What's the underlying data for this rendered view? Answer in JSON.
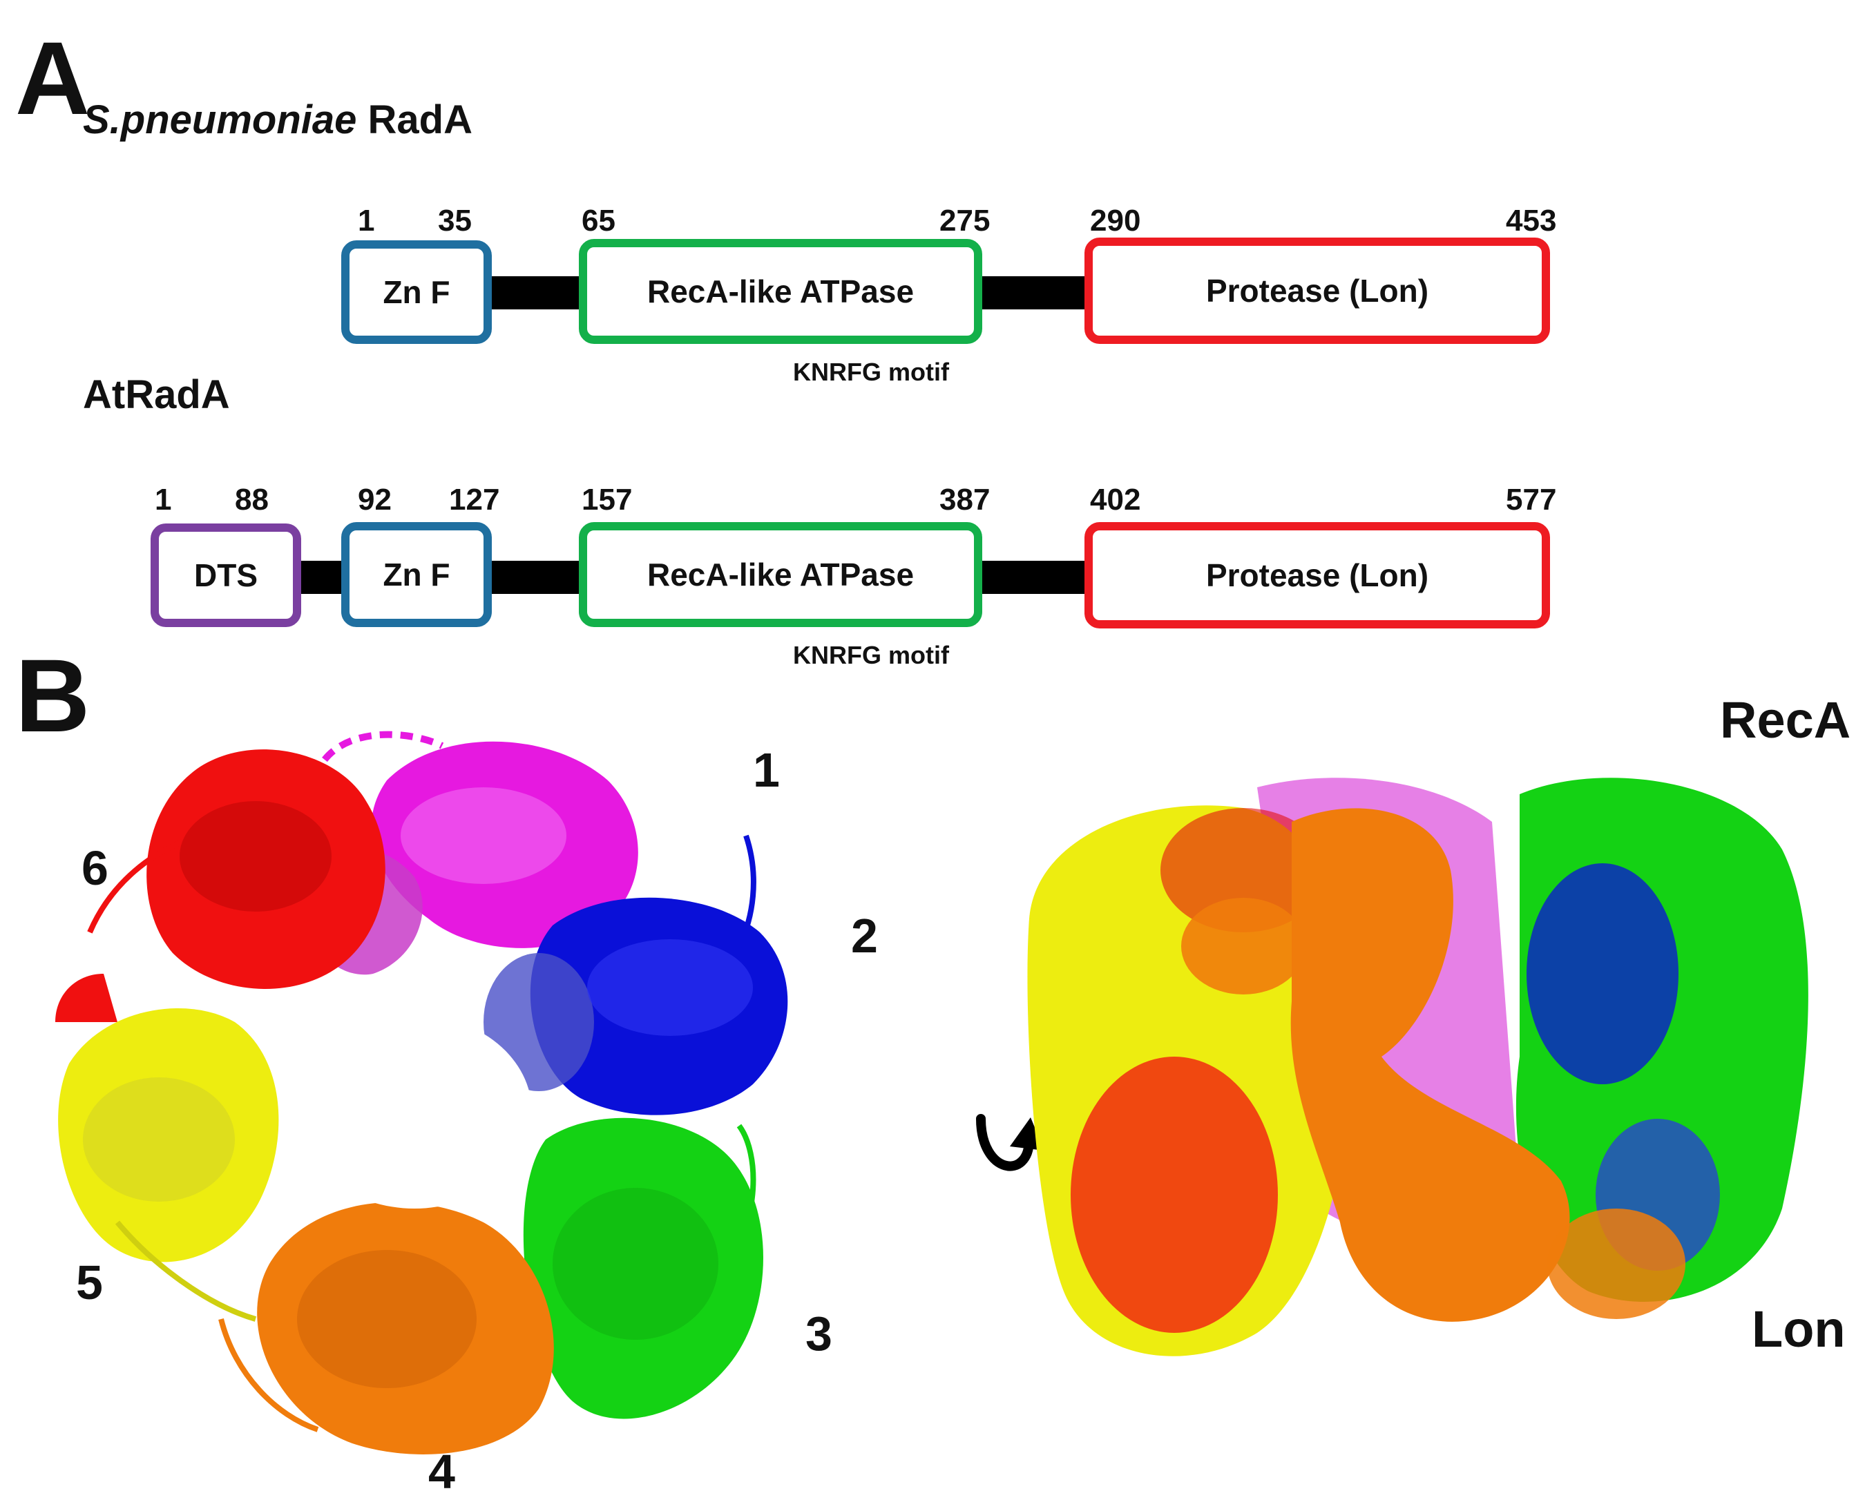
{
  "panel_a": {
    "letter": "A",
    "sp": {
      "title_italic": "S.pneumoniae",
      "title_rest": " RadA",
      "numbers": [
        "1",
        "35",
        "65",
        "275",
        "290",
        "453"
      ],
      "domains": [
        {
          "label": "Zn F",
          "color": "#1f6fa0"
        },
        {
          "label": "RecA-like ATPase",
          "color": "#13b04a"
        },
        {
          "label": "Protease (Lon)",
          "color": "#ee1b22"
        }
      ],
      "motif": "KNRFG motif"
    },
    "at": {
      "title": "AtRadA",
      "numbers": [
        "1",
        "88",
        "92",
        "127",
        "157",
        "387",
        "402",
        "577"
      ],
      "domains": [
        {
          "label": "DTS",
          "color": "#7a3fa0"
        },
        {
          "label": "Zn F",
          "color": "#1f6fa0"
        },
        {
          "label": "RecA-like ATPase",
          "color": "#13b04a"
        },
        {
          "label": "Protease (Lon)",
          "color": "#ee1b22"
        }
      ],
      "motif": "KNRFG motif"
    }
  },
  "panel_b": {
    "letter": "B",
    "subunit_labels": [
      "1",
      "2",
      "3",
      "4",
      "5",
      "6"
    ],
    "side_labels": {
      "top": "RecA",
      "bottom": "Lon"
    },
    "rotation_icon": "rotation-arrow-icon",
    "subunit_colors": [
      "#e619e0",
      "#0a10d8",
      "#14d214",
      "#f07c0c",
      "#eded10",
      "#f01010"
    ]
  }
}
